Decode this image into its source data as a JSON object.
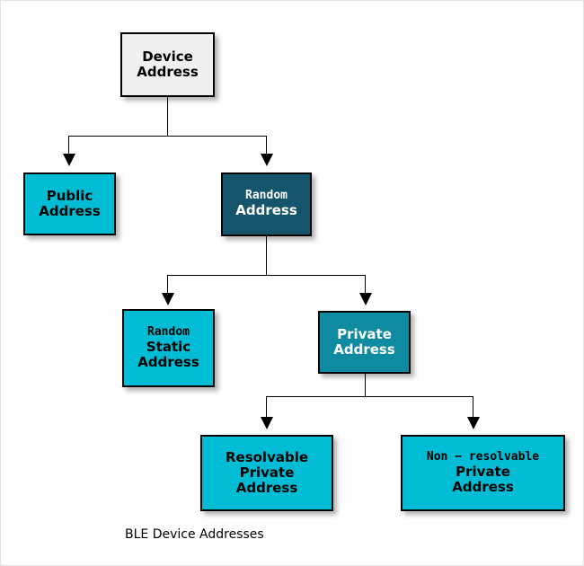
{
  "diagram": {
    "caption": "BLE Device Addresses",
    "colors": {
      "background": "#fefefe",
      "root_fill": "#f0f0f0",
      "cyan_fill": "#00bcd4",
      "dark_teal_fill": "#14556b",
      "mid_teal_fill": "#0e8ba0",
      "border": "#000000",
      "dark_text": "#000000",
      "light_text": "#ffffff"
    },
    "nodes": {
      "device_address": {
        "line1": "Device",
        "line2": "Address"
      },
      "public_address": {
        "line1": "Public",
        "line2": "Address"
      },
      "random_address": {
        "line1": "Random",
        "line2": "Address"
      },
      "random_static_address": {
        "line1": "Random",
        "line2": "Static",
        "line3": "Address"
      },
      "private_address": {
        "line1": "Private",
        "line2": "Address"
      },
      "resolvable_private_address": {
        "line1": "Resolvable",
        "line2": "Private",
        "line3": "Address"
      },
      "non_resolvable_private_address": {
        "line1": "Non − resolvable",
        "line2": "Private",
        "line3": "Address"
      }
    }
  }
}
